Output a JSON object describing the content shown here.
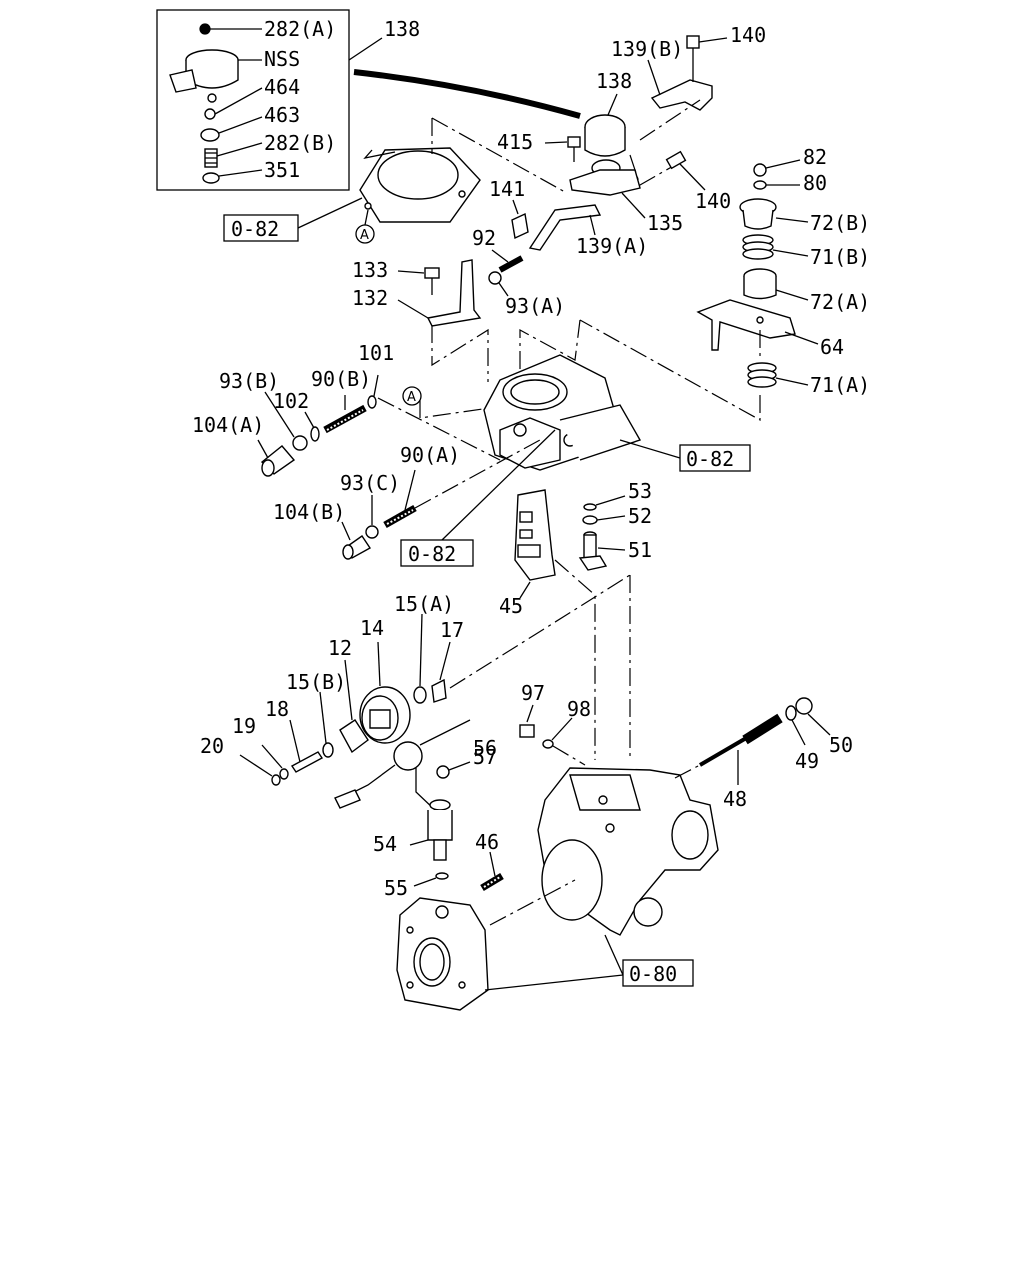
{
  "callouts": {
    "c282a": "282(A)",
    "cnss": "NSS",
    "c464": "464",
    "c463": "463",
    "c282b": "282(B)",
    "c351": "351",
    "c138_box": "138",
    "c139b": "139(B)",
    "c140_top": "140",
    "c138": "138",
    "c415": "415",
    "c82": "82",
    "c80": "80",
    "c140": "140",
    "c135": "135",
    "c141": "141",
    "c72b": "72(B)",
    "c71b": "71(B)",
    "c72a": "72(A)",
    "c139a": "139(A)",
    "c92": "92",
    "c133": "133",
    "c93a": "93(A)",
    "c132": "132",
    "c64": "64",
    "c101": "101",
    "c93b": "93(B)",
    "c90b": "90(B)",
    "c71a": "71(A)",
    "c102": "102",
    "c104a": "104(A)",
    "c90a": "90(A)",
    "c93c": "93(C)",
    "c53": "53",
    "c52": "52",
    "c104b": "104(B)",
    "c51": "51",
    "c45": "45",
    "c15a": "15(A)",
    "c14": "14",
    "c17": "17",
    "c12": "12",
    "c15b": "15(B)",
    "c18": "18",
    "c56": "56",
    "c97": "97",
    "c98": "98",
    "c19": "19",
    "c20": "20",
    "c57": "57",
    "c50": "50",
    "c49": "49",
    "c48": "48",
    "c54": "54",
    "c46": "46",
    "c55": "55"
  },
  "refs": {
    "r082_top": "0-82",
    "r082_mid": "0-82",
    "r082_low": "0-82",
    "r080": "0-80"
  },
  "markers": {
    "a1": "A",
    "a2": "A"
  }
}
